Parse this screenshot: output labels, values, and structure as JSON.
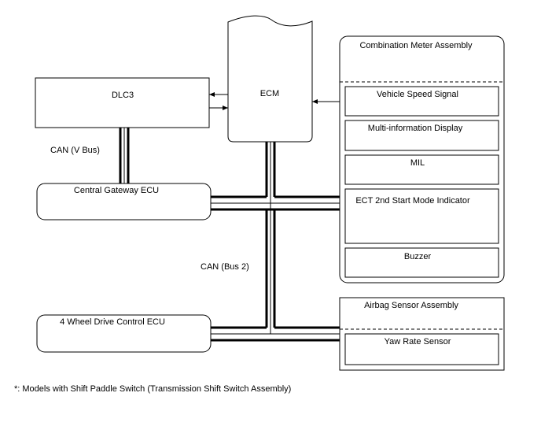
{
  "boxes": {
    "dlc3": "DLC3",
    "ecm": "ECM",
    "central_gateway": "Central Gateway ECU",
    "four_wd": "4 Wheel Drive Control ECU",
    "combination_meter": {
      "title": "Combination Meter Assembly",
      "items": [
        "Vehicle Speed Signal",
        "Multi-information Display",
        "MIL",
        "ECT 2nd Start Mode Indicator",
        "Buzzer"
      ]
    },
    "airbag": {
      "title": "Airbag Sensor Assembly",
      "items": [
        "Yaw Rate Sensor"
      ]
    }
  },
  "bus_labels": {
    "v_bus": "CAN (V Bus)",
    "bus2": "CAN (Bus 2)"
  },
  "footnote": "*: Models with Shift Paddle Switch (Transmission Shift Switch Assembly)"
}
